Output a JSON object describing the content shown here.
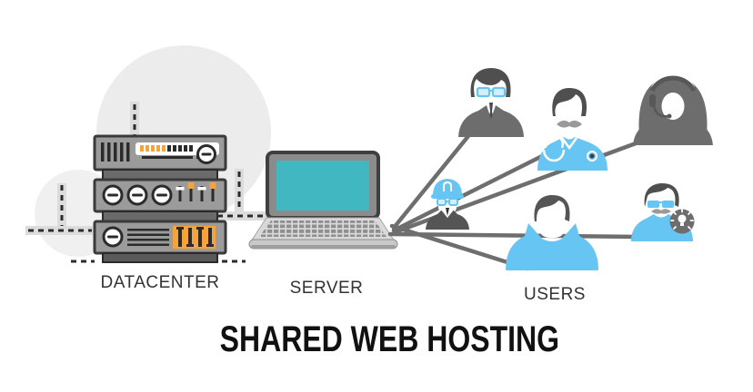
{
  "title": "SHARED WEB HOSTING",
  "labels": {
    "datacenter": "DATACENTER",
    "server": "SERVER",
    "users": "USERS"
  },
  "colors": {
    "accent_blue": "#66c5f2",
    "screen_teal": "#41b8c1",
    "accent_orange": "#f5a33b",
    "line_gray": "#6e6e6e",
    "figure_gray": "#6d6d6d",
    "hair_gray": "#4f4f4f",
    "rack_gray": "#9b9b9b",
    "rack_dark": "#2b2b2b",
    "bg_circle_gray": "#ececec",
    "title_black": "#111111",
    "label_gray": "#333333"
  },
  "icons": {
    "server_rack": "server-rack-icon",
    "laptop": "laptop-icon",
    "businessman": "businessman-user-icon",
    "doctor": "doctor-user-icon",
    "headset_woman": "headset-woman-user-icon",
    "construction_worker": "construction-worker-user-icon",
    "casual_man": "casual-man-user-icon",
    "sunglasses_man": "sunglasses-man-user-icon",
    "lightbulb_badge": "lightbulb-badge-icon"
  }
}
